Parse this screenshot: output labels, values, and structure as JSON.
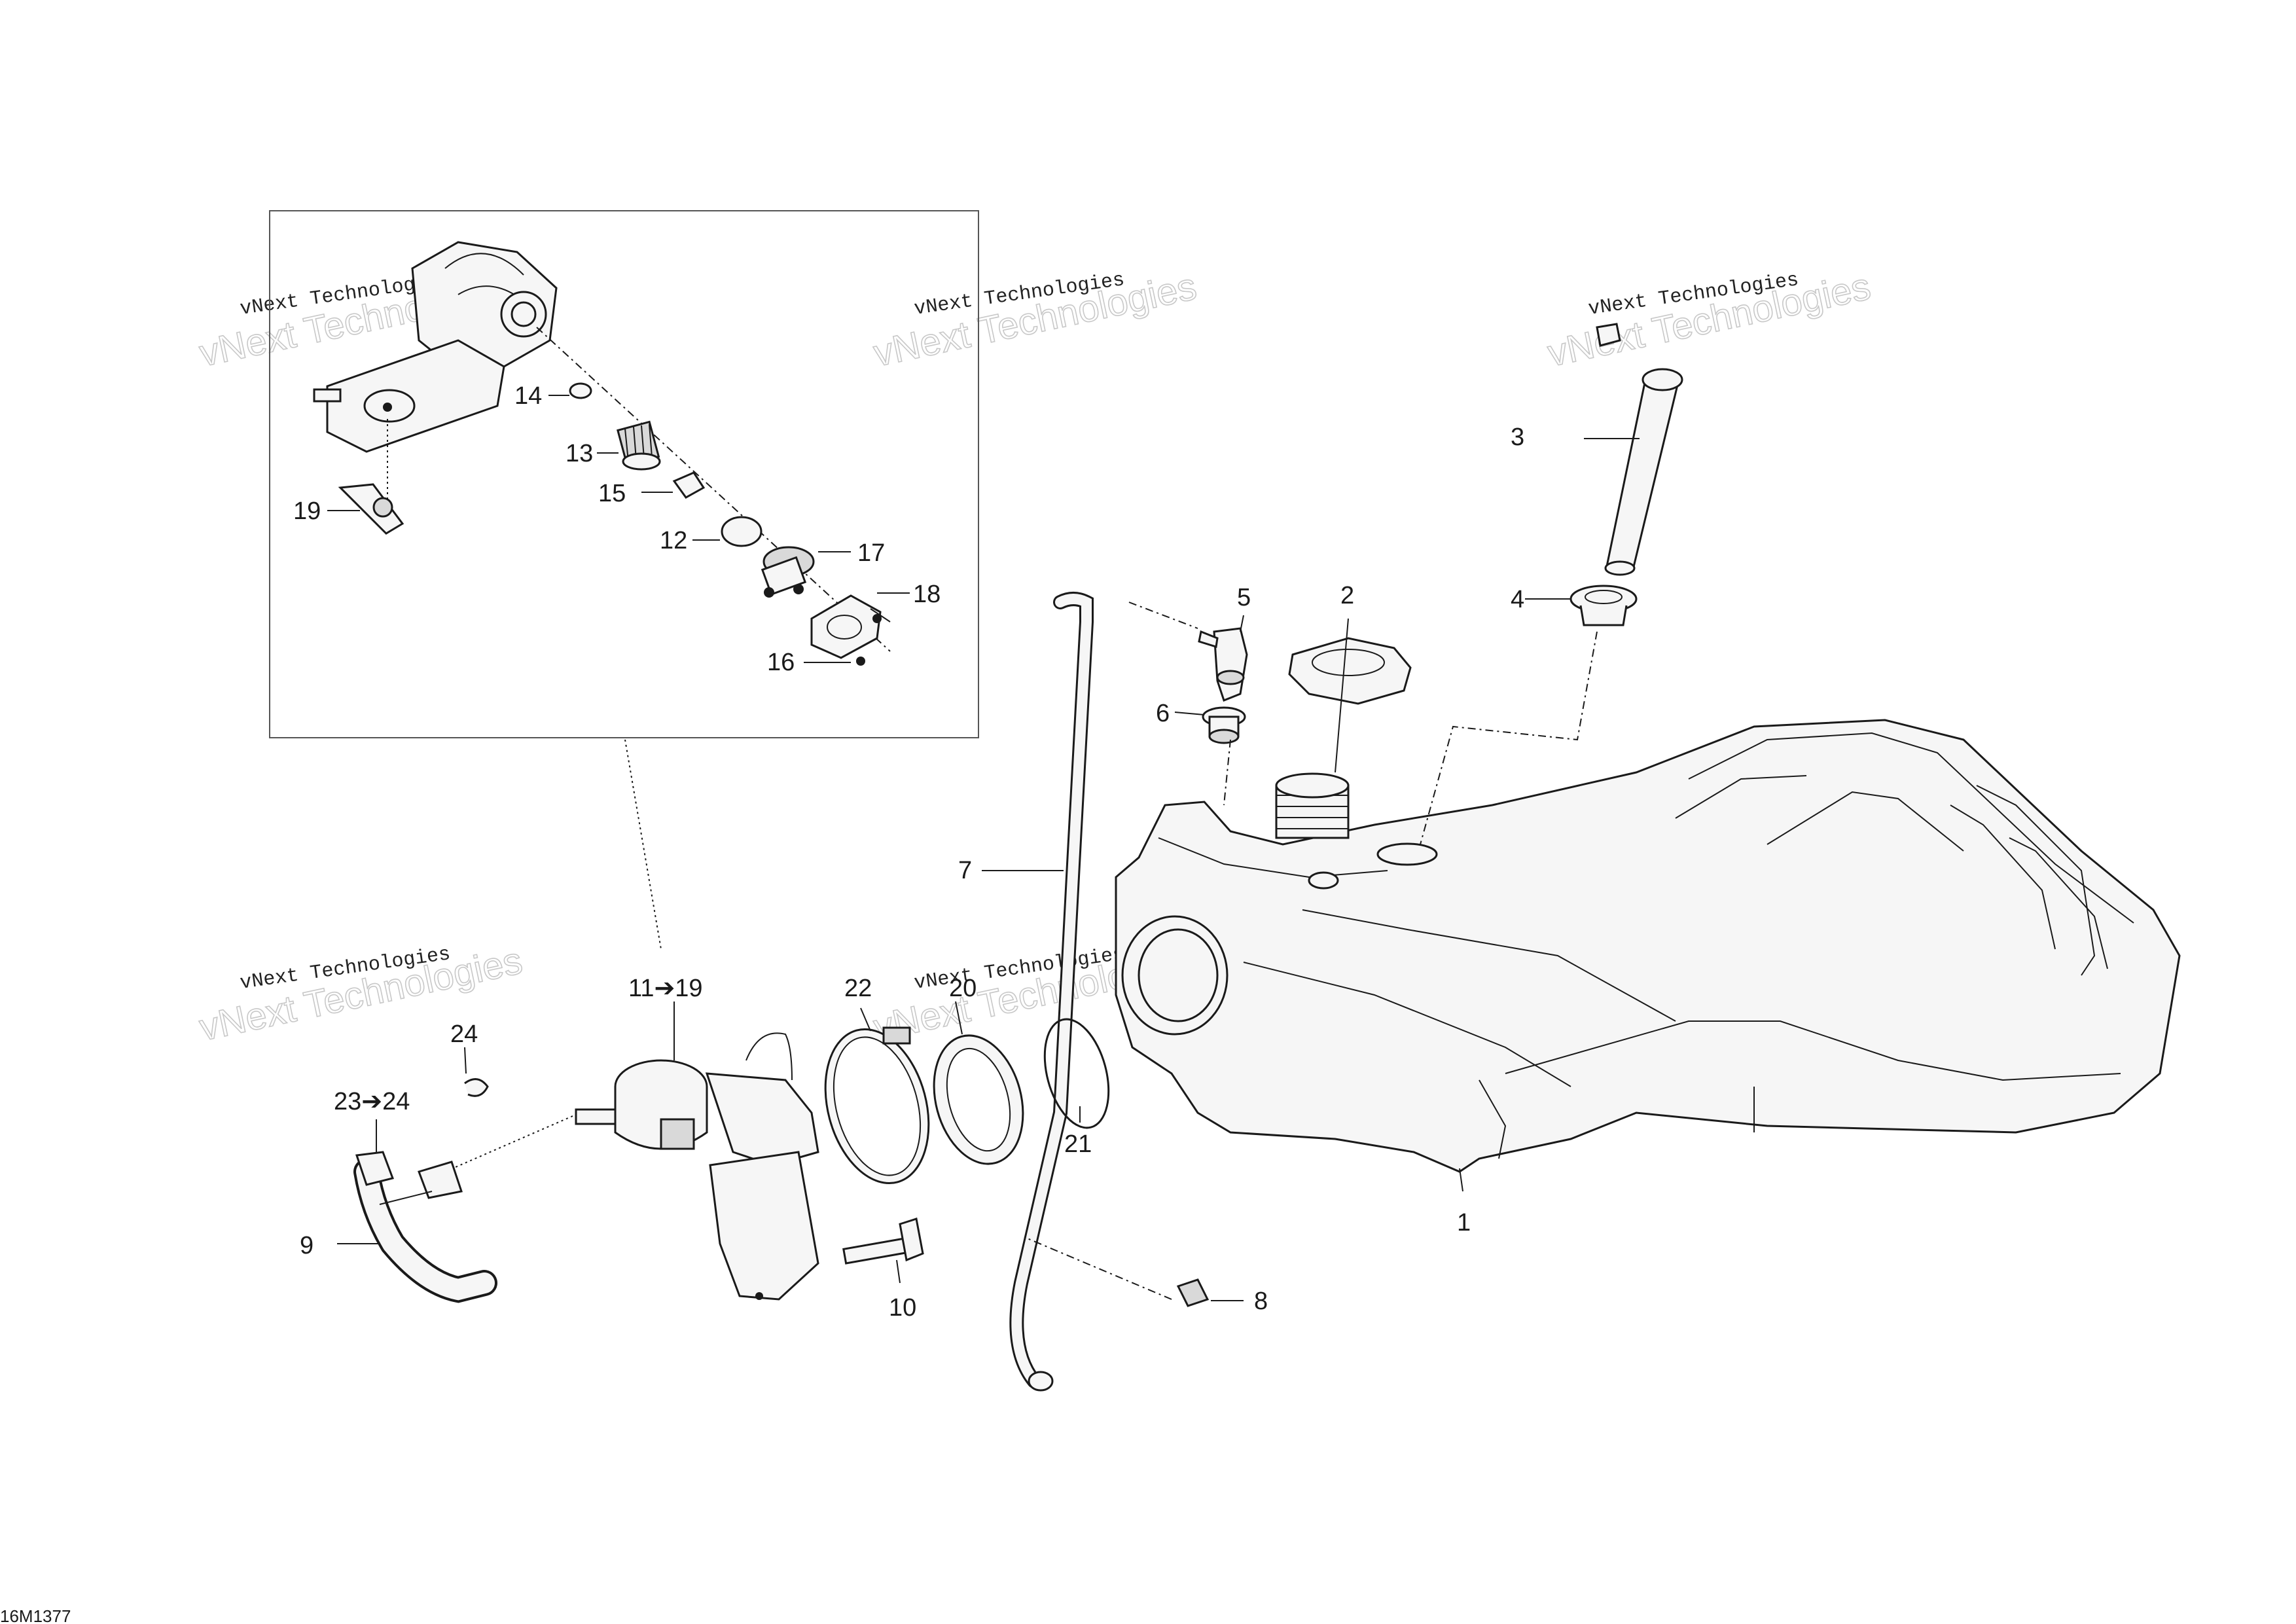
{
  "drawing_code": "16M1377",
  "watermark": {
    "line1": "vNext Technologies",
    "line2": "vNext Technologies"
  },
  "callouts": {
    "c1": "1",
    "c2": "2",
    "c3": "3",
    "c4": "4",
    "c5": "5",
    "c6": "6",
    "c7": "7",
    "c8": "8",
    "c9": "9",
    "c10": "10",
    "c11_19": "11➔19",
    "c12": "12",
    "c13": "13",
    "c14": "14",
    "c15": "15",
    "c16": "16",
    "c17": "17",
    "c18": "18",
    "c19": "19",
    "c20": "20",
    "c21": "21",
    "c22": "22",
    "c23_24": "23➔24",
    "c24": "24"
  }
}
